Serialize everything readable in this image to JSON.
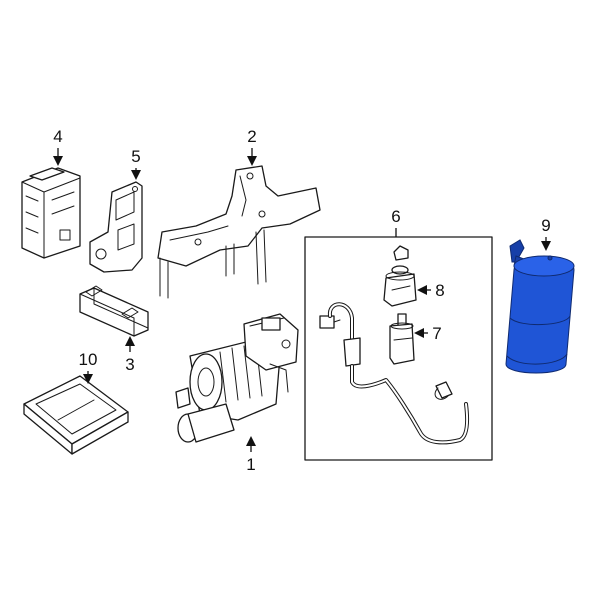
{
  "callouts": {
    "c1": "1",
    "c2": "2",
    "c3": "3",
    "c4": "4",
    "c5": "5",
    "c6": "6",
    "c7": "7",
    "c8": "8",
    "c9": "9",
    "c10": "10"
  },
  "colors": {
    "highlight_part": "#1f55d6",
    "highlight_shade": "#173fa8",
    "line": "#1a1a1a",
    "background": "#ffffff"
  }
}
